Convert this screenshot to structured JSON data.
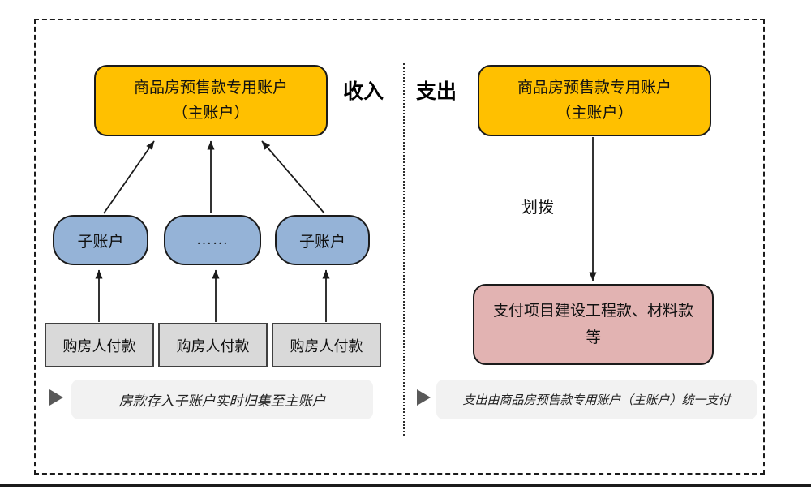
{
  "colors": {
    "main-account-fill": "#FFC000",
    "sub-account-fill": "#95B3D7",
    "payment-fill": "#E2B3B2",
    "payer-fill": "#D9D9D9",
    "note-fill": "#F2F2F2",
    "line": "#1B1B1B",
    "pointer": "#595959"
  },
  "sections": {
    "income_label": "收入",
    "expense_label": "支出"
  },
  "income": {
    "main_account": {
      "line1": "商品房预售款专用账户",
      "line2": "（主账户）"
    },
    "sub_accounts": [
      "子账户",
      "……",
      "子账户"
    ],
    "payers": [
      "购房人付款",
      "购房人付款",
      "购房人付款"
    ],
    "note": "房款存入子账户实时归集至主账户"
  },
  "expense": {
    "main_account": {
      "line1": "商品房预售款专用账户",
      "line2": "（主账户）"
    },
    "transfer_label": "划拨",
    "payment_text": "支付项目建设工程款、材料款等",
    "note": "支出由商品房预售款专用账户（主账户）统一支付"
  }
}
